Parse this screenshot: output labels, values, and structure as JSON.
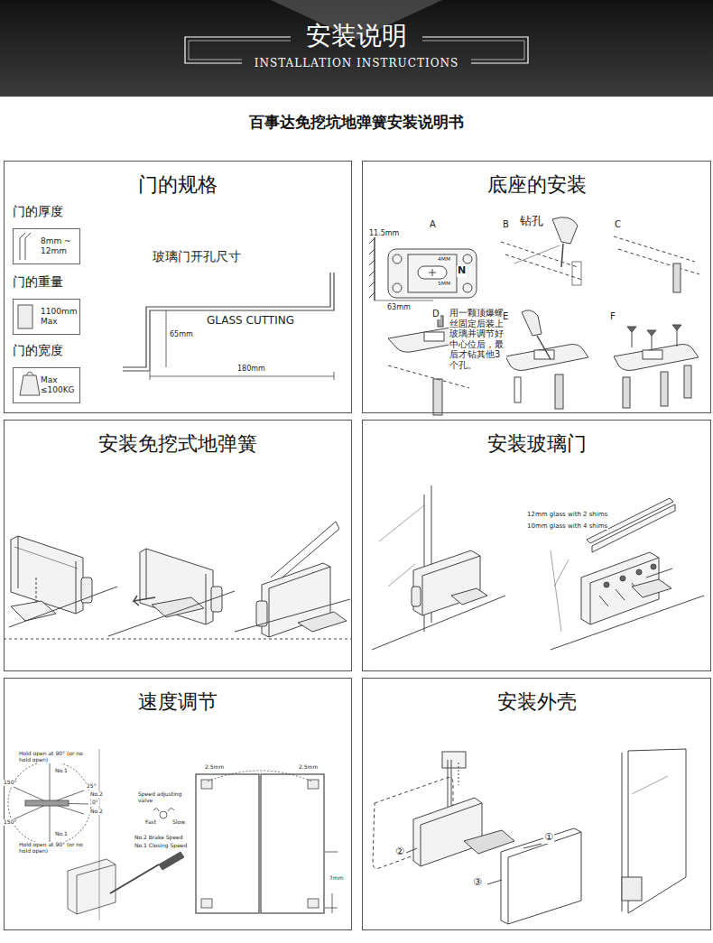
{
  "diagram": {
    "title": "百事达免挖坑地弹簧安装说明书",
    "nodes": [
      {
        "text": [
          "安装说明",
          "INSTALLATION INSTRUCTIONS"
        ]
      },
      {
        "text": [
          "门的规格"
        ]
      },
      {
        "text": [
          "门的厚度",
          "8mm ~ 12mm"
        ],
        "in": 1
      },
      {
        "text": [
          "门的重量",
          "1100mm Max"
        ],
        "in": 1
      },
      {
        "text": [
          "门的宽度",
          "Max ≤100KG"
        ],
        "in": 1
      },
      {
        "text": [
          "底座的安装"
        ]
      },
      {
        "text": [
          "安装免挖式地弹簧"
        ]
      },
      {
        "text": [
          "安装玻璃门"
        ]
      },
      {
        "text": [
          "速度调节"
        ]
      },
      {
        "text": [
          "安装外壳"
        ]
      }
    ],
    "labels": [
      "玻璃门开孔尺寸",
      "GLASS CUTTING",
      "65mm",
      "180mm",
      "11.5mm",
      "A",
      "4MM",
      "N",
      "5MM",
      "63mm",
      "B",
      "钻孔",
      "C",
      "D",
      "用一颗顶爆螺丝固定后装上玻璃并调节好中心位后，最后才钻其他3个孔。",
      "E",
      "F",
      "12mm glass with 2 shims",
      "10mm glass with 4 shims",
      "Hold open at 90° (or no hold open)",
      "No.1",
      "150°",
      "25°",
      "No.2",
      "0°",
      "No.2",
      "150°",
      "No.1",
      "Hold open at 90° (or no hold open)",
      "Speed adjusting valve",
      "Fast",
      "Slow",
      "No.2 Brake Speed",
      "No.1 Closing Speed",
      "2.5mm",
      "2.5mm",
      "7mm",
      "①",
      "②",
      "③"
    ]
  }
}
